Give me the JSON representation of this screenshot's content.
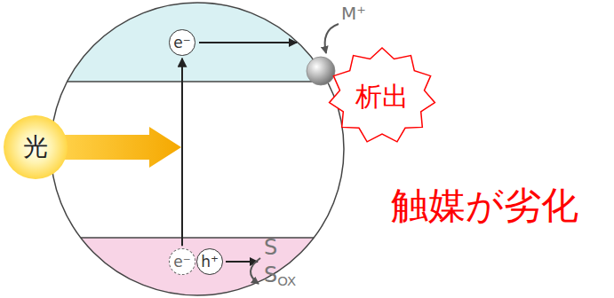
{
  "diagram": {
    "nodes": [
      {
        "text": [
          "e⁻"
        ]
      },
      {
        "text": [
          "析出"
        ]
      },
      {
        "text": [
          "光"
        ]
      },
      {
        "text": [
          "e⁻"
        ]
      },
      {
        "text": [
          "h⁺"
        ]
      }
    ],
    "edges": [
      {
        "from": 3,
        "to": 0,
        "arrow": "to"
      }
    ],
    "labels": [
      "M⁺",
      "触媒が劣化",
      "S",
      "SOX"
    ]
  }
}
